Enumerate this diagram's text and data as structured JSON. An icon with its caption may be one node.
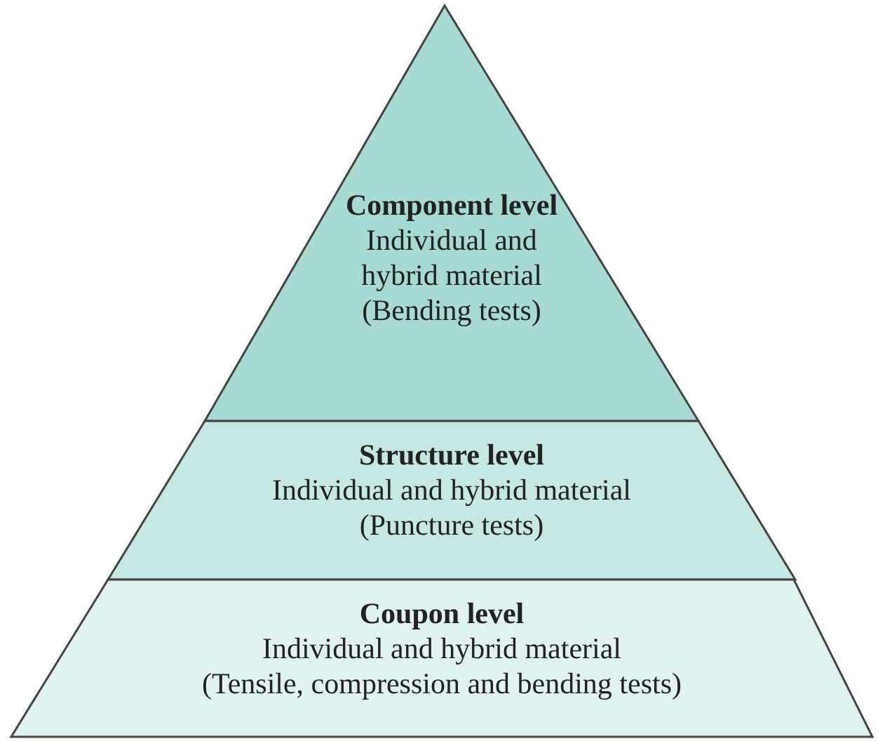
{
  "diagram": {
    "nodes": [
      {
        "text": [
          "Component level",
          "Individual and hybrid material",
          "(Bending tests)"
        ]
      },
      {
        "text": [
          "Structure level",
          "Individual and hybrid material",
          "(Puncture tests)"
        ]
      },
      {
        "text": [
          "Coupon level",
          "Individual and hybrid material",
          "(Tensile, compression and bending tests)"
        ]
      }
    ]
  }
}
